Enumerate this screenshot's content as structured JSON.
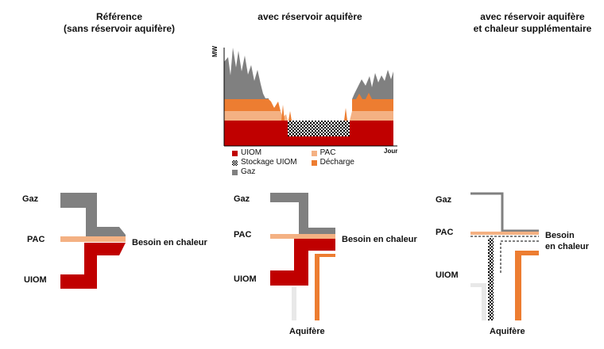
{
  "titles": {
    "reference": "Référence\n(sans réservoir aquifère)",
    "aquifer": "avec réservoir aquifère",
    "aquifer_extra": "avec réservoir aquifère\net chaleur supplémentaire"
  },
  "chart": {
    "ylabel": "MW",
    "xlabel": "Jour",
    "legend": [
      {
        "label": "UIOM",
        "color": "#c00000",
        "pattern": false
      },
      {
        "label": "PAC",
        "color": "#f4b183",
        "pattern": false
      },
      {
        "label": "Stockage UIOM",
        "color": "#000000",
        "pattern": true
      },
      {
        "label": "Décharge",
        "color": "#ed7d31",
        "pattern": false
      },
      {
        "label": "Gaz",
        "color": "#808080",
        "pattern": false
      }
    ]
  },
  "diagrams": {
    "gas": "Gaz",
    "pac": "PAC",
    "uiom": "UIOM",
    "demand": "Besoin en chaleur",
    "demand_line1": "Besoin",
    "demand_line2": "en chaleur",
    "aquifer": "Aquifère"
  },
  "colors": {
    "uiom": "#c00000",
    "pac": "#f4b183",
    "gas": "#808080",
    "discharge": "#ed7d31",
    "storage_light": "#e8e8e8"
  }
}
